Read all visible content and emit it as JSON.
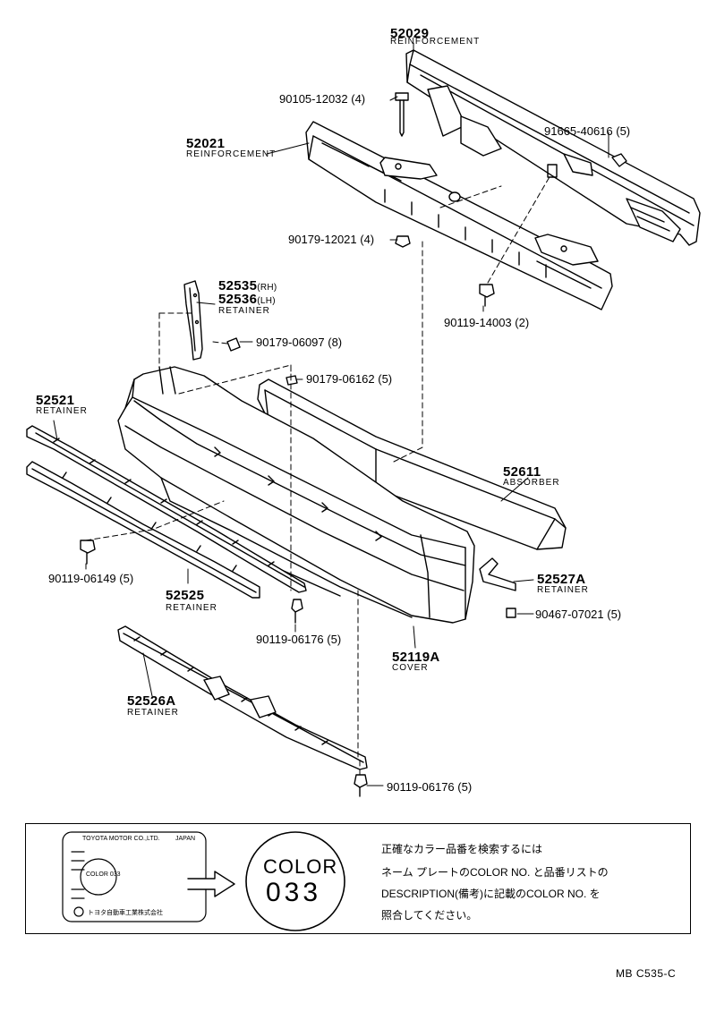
{
  "parts": {
    "p52029": {
      "number": "52029",
      "name": "REINFORCEMENT"
    },
    "p52021": {
      "number": "52021",
      "name": "REINFORCEMENT"
    },
    "p52535": {
      "number": "52535",
      "suffix": "(RH)"
    },
    "p52536": {
      "number": "52536",
      "suffix": "(LH)",
      "name": "RETAINER"
    },
    "p52521": {
      "number": "52521",
      "name": "RETAINER"
    },
    "p52611": {
      "number": "52611",
      "name": "ABSORBER"
    },
    "p52525": {
      "number": "52525",
      "name": "RETAINER"
    },
    "p52527A": {
      "number": "52527A",
      "name": "RETAINER"
    },
    "p52119A": {
      "number": "52119A",
      "name": "COVER"
    },
    "p52526A": {
      "number": "52526A",
      "name": "RETAINER"
    }
  },
  "fasteners": {
    "f1": "90105-12032 (4)",
    "f2": "91665-40616 (5)",
    "f3": "90179-12021 (4)",
    "f4": "90119-14003 (2)",
    "f5": "90179-06097 (8)",
    "f6": "90179-06162 (5)",
    "f7": "90119-06149 (5)",
    "f8": "90467-07021 (5)",
    "f9": "90119-06176 (5)",
    "f10": "90119-06176 (5)"
  },
  "inset": {
    "plate_company": "TOYOTA MOTOR CO.,LTD.",
    "plate_country": "JAPAN",
    "plate_code": "COLOR 033",
    "plate_maker": "トヨタ自動車工業株式会社",
    "badge_line1": "COLOR",
    "badge_line2": "033",
    "note_lines": [
      "正確なカラー品番を検索するには",
      "ネーム プレートのCOLOR NO. と品番リストの",
      "DESCRIPTION(備考)に記載のCOLOR NO. を",
      "照合してください。"
    ]
  },
  "footer": {
    "code": "MB C535-C"
  }
}
